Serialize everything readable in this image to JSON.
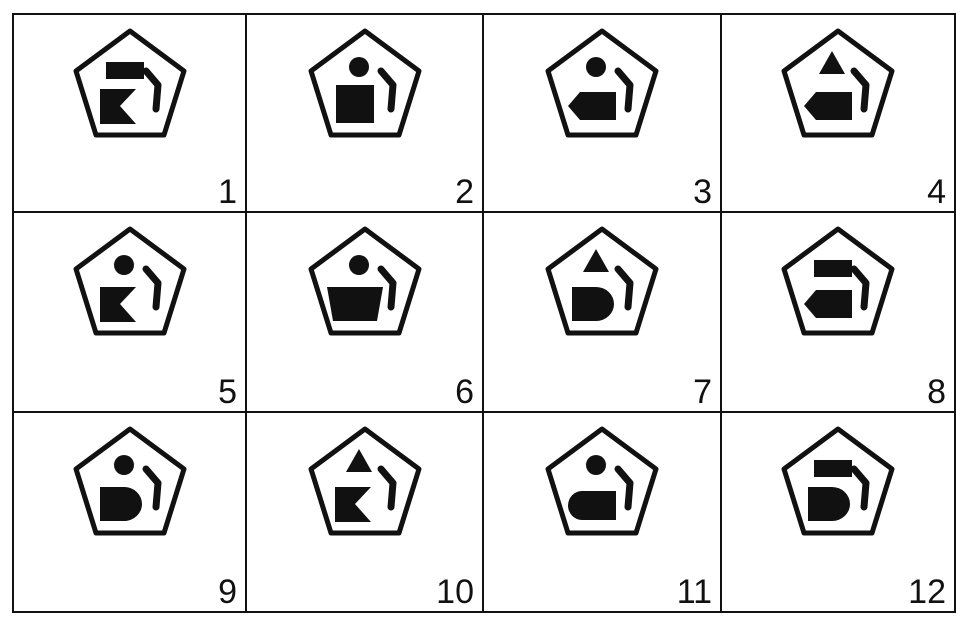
{
  "colors": {
    "ink": "#111111",
    "background": "#ffffff"
  },
  "cells": [
    {
      "label": "1",
      "top": "rectangle",
      "bottom": "notched-block"
    },
    {
      "label": "2",
      "top": "circle",
      "bottom": "square"
    },
    {
      "label": "3",
      "top": "circle",
      "bottom": "pointed-block"
    },
    {
      "label": "4",
      "top": "triangle",
      "bottom": "pointed-block"
    },
    {
      "label": "5",
      "top": "circle",
      "bottom": "notched-block"
    },
    {
      "label": "6",
      "top": "circle",
      "bottom": "trapezoid"
    },
    {
      "label": "7",
      "top": "triangle",
      "bottom": "d-shape"
    },
    {
      "label": "8",
      "top": "rectangle",
      "bottom": "pointed-block"
    },
    {
      "label": "9",
      "top": "circle",
      "bottom": "d-shape"
    },
    {
      "label": "10",
      "top": "triangle",
      "bottom": "notched-block"
    },
    {
      "label": "11",
      "top": "circle",
      "bottom": "rounded-block"
    },
    {
      "label": "12",
      "top": "rectangle",
      "bottom": "d-shape"
    }
  ]
}
